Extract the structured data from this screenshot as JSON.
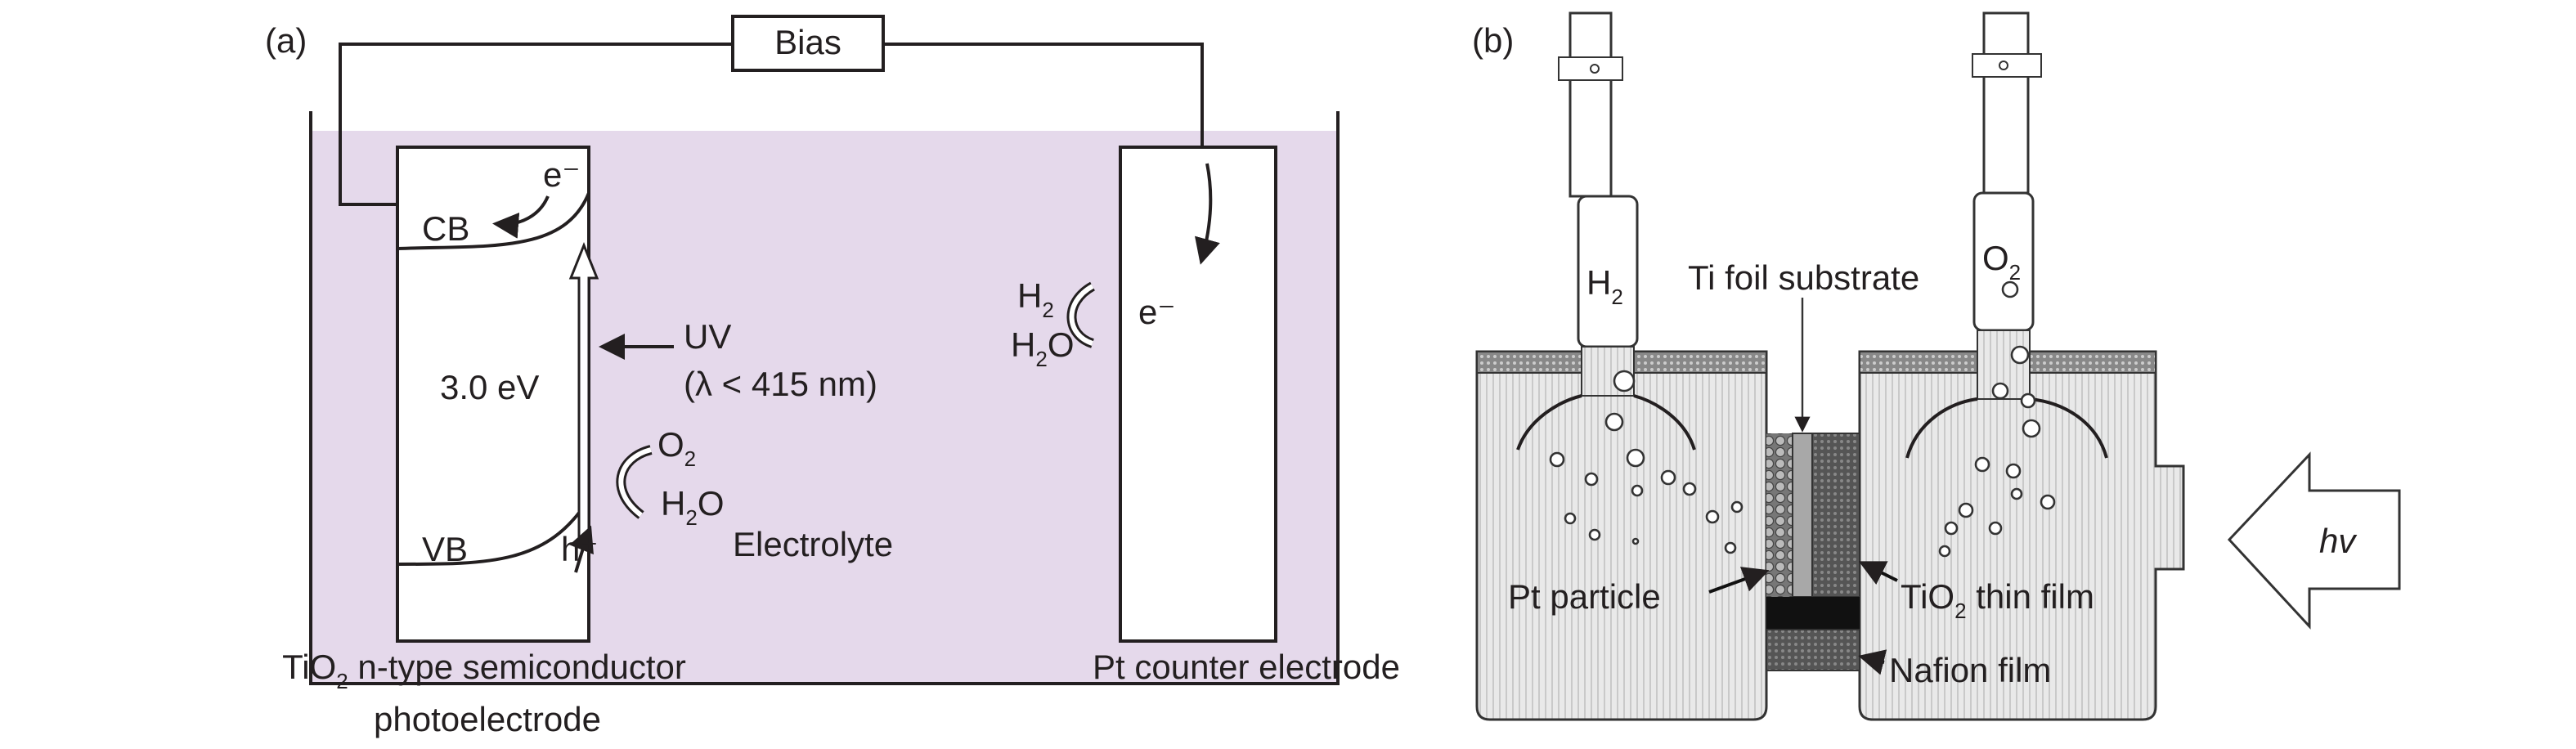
{
  "panel_a": {
    "label": "(a)",
    "bias": "Bias",
    "cb": "CB",
    "vb": "VB",
    "electron_left": "e⁻",
    "hole": "h⁺",
    "band_gap": "3.0 eV",
    "uv": "UV",
    "uv_wavelength": "(λ < 415 nm)",
    "o2": "O",
    "o2_sub": "2",
    "h2o_left": "H",
    "h2o_left_sub": "2",
    "h2o_left_o": "O",
    "electrolyte": "Electrolyte",
    "h2": "H",
    "h2_sub": "2",
    "h2o_right": "H",
    "h2o_right_sub": "2",
    "h2o_right_o": "O",
    "electron_right": "e⁻",
    "caption_left_1a": "TiO",
    "caption_left_1sub": "2",
    "caption_left_1b": " n-type semiconductor",
    "caption_left_2": "photoelectrode",
    "caption_right": "Pt counter electrode",
    "electrolyte_color": "#e5d9eb"
  },
  "panel_b": {
    "label": "(b)",
    "h2": "H",
    "h2_sub": "2",
    "o2": "O",
    "o2_sub": "2",
    "ti_foil": "Ti foil substrate",
    "pt_particle": "Pt particle",
    "tio2_a": "TiO",
    "tio2_sub": "2",
    "tio2_b": " thin film",
    "nafion": "Nafion film",
    "hv": "hv"
  }
}
